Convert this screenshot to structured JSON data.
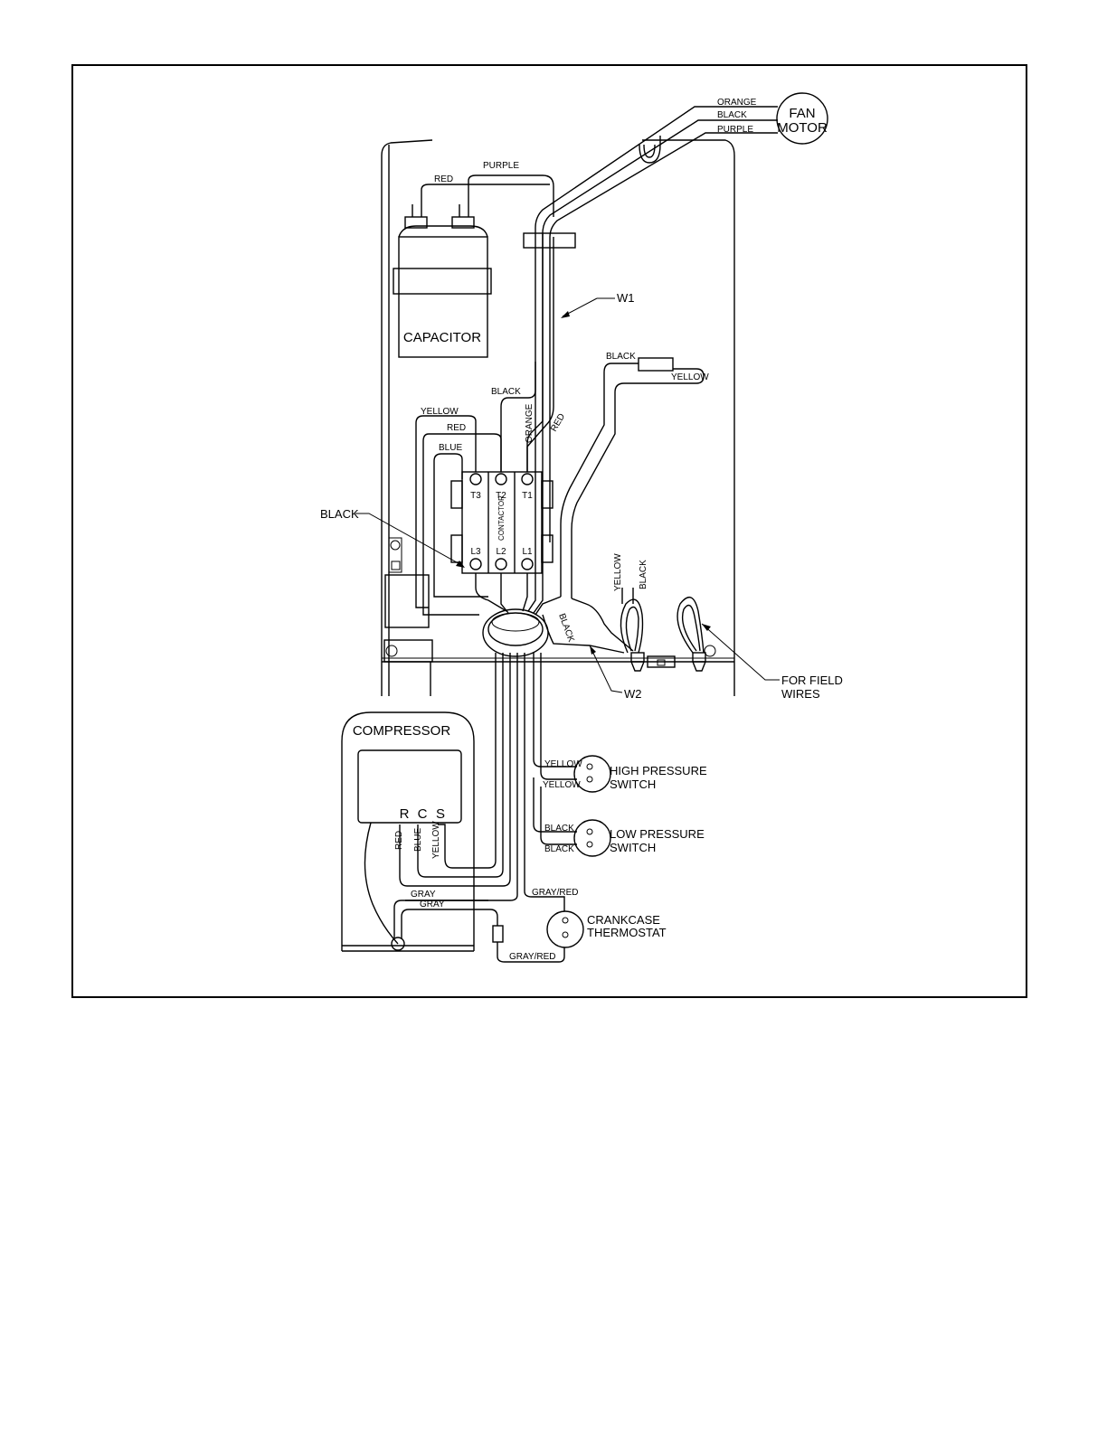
{
  "diagram": {
    "components": {
      "fan_motor": [
        "FAN",
        "MOTOR"
      ],
      "capacitor": "CAPACITOR",
      "contactor": "CONTACTOR",
      "compressor": "COMPRESSOR",
      "compressor_terminals": [
        "R",
        "C",
        "S"
      ],
      "high_pressure_switch": [
        "HIGH PRESSURE",
        "SWITCH"
      ],
      "low_pressure_switch": [
        "LOW PRESSURE",
        "SWITCH"
      ],
      "crankcase_thermostat": [
        "CRANKCASE",
        "THERMOSTAT"
      ]
    },
    "contactor_terminals": {
      "top": [
        "T3",
        "T2",
        "T1"
      ],
      "bottom": [
        "L3",
        "L2",
        "L1"
      ]
    },
    "callouts": {
      "w1": "W1",
      "w2": "W2",
      "black_lead": "BLACK",
      "field_wires": [
        "FOR FIELD",
        "WIRES"
      ]
    },
    "wire_labels": {
      "fan_orange": "ORANGE",
      "fan_black": "BLACK",
      "fan_purple": "PURPLE",
      "cap_purple": "PURPLE",
      "cap_red": "RED",
      "black_top": "BLACK",
      "yellow_top": "YELLOW",
      "red_mid": "RED",
      "blue": "BLUE",
      "orange_v": "ORANGE",
      "red_v": "RED",
      "black_right": "BLACK",
      "yellow_right": "YELLOW",
      "yellow_field": "YELLOW",
      "black_field": "BLACK",
      "black_diag": "BLACK",
      "hp_yellow_1": "YELLOW",
      "hp_yellow_2": "YELLOW",
      "lp_black_1": "BLACK",
      "lp_black_2": "BLACK",
      "comp_red": "RED",
      "comp_blue": "BLUE",
      "comp_yellow": "YELLOW",
      "gray_1": "GRAY",
      "gray_2": "GRAY",
      "gray_red_1": "GRAY/RED",
      "gray_red_2": "GRAY/RED"
    }
  }
}
